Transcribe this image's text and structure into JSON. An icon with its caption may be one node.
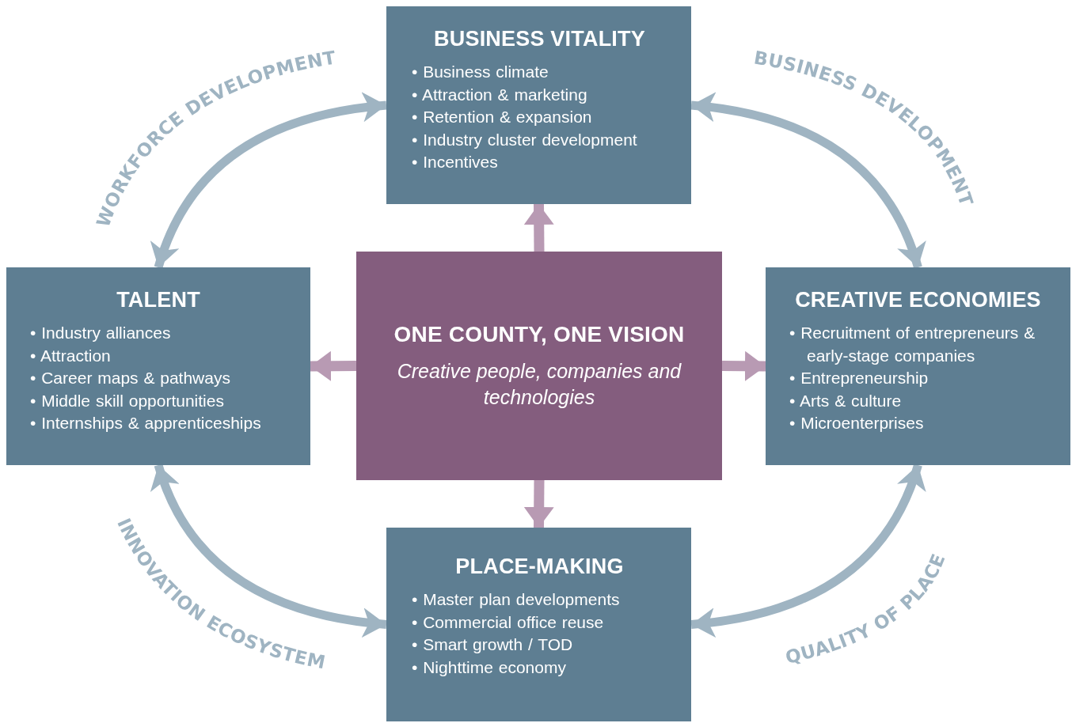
{
  "diagram": {
    "nodes": [
      {
        "text": [
          "BUSINESS VITALITY",
          "• Business climate",
          "• Attraction & marketing",
          "• Retention & expansion",
          "• Industry cluster development",
          "• Incentives"
        ]
      },
      {
        "text": [
          "TALENT",
          "• Industry alliances",
          "• Attraction",
          "• Career maps & pathways",
          "• Middle skill opportunities",
          "• Internships & apprenticeships"
        ]
      },
      {
        "text": [
          "ONE COUNTY, ONE VISION",
          "Creative people, companies and technologies"
        ]
      },
      {
        "text": [
          "CREATIVE ECONOMIES",
          "• Recruitment of entrepreneurs & early-stage companies",
          "• Entrepreneurship",
          "• Arts & culture",
          "• Microenterprises"
        ]
      },
      {
        "text": [
          "PLACE-MAKING",
          "• Master plan developments",
          "• Commercial office reuse",
          "• Smart growth / TOD",
          "• Nighttime economy"
        ]
      }
    ],
    "edges": [
      {
        "from": 2,
        "to": 0,
        "arrow": "to",
        "color": "#b89ab3"
      },
      {
        "from": 2,
        "to": 1,
        "arrow": "to",
        "color": "#b89ab3"
      },
      {
        "from": 2,
        "to": 3,
        "arrow": "to",
        "color": "#b89ab3"
      },
      {
        "from": 2,
        "to": 4,
        "arrow": "to",
        "color": "#b89ab3"
      },
      {
        "from": 0,
        "to": 1,
        "arrow": "both",
        "label": "WORKFORCE DEVELOPMENT",
        "color": "#9fb4c2"
      },
      {
        "from": 0,
        "to": 3,
        "arrow": "both",
        "label": "BUSINESS DEVELOPMENT",
        "color": "#9fb4c2"
      },
      {
        "from": 1,
        "to": 4,
        "arrow": "both",
        "label": "INNOVATION ECOSYSTEM",
        "color": "#9fb4c2"
      },
      {
        "from": 3,
        "to": 4,
        "arrow": "both",
        "label": "QUALITY OF PLACE",
        "color": "#9fb4c2"
      }
    ]
  }
}
